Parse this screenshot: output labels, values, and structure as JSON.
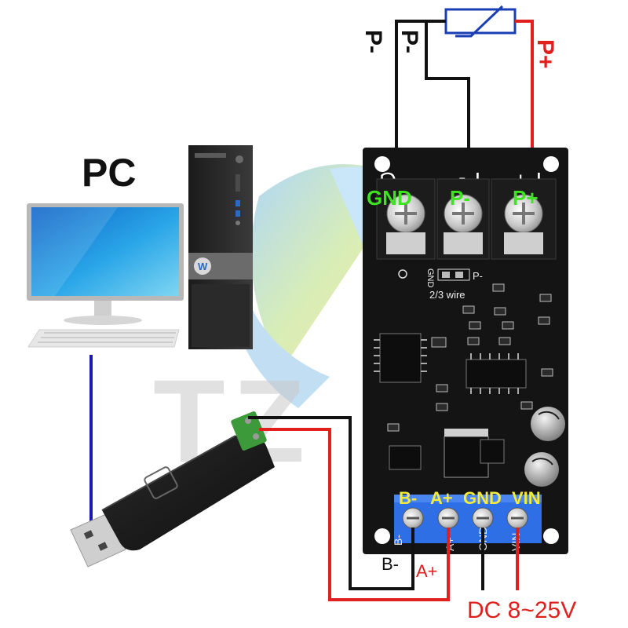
{
  "pc_label": "PC",
  "watermark": "TZ",
  "probe": {
    "pminus_left": "P-",
    "pminus_right": "P-",
    "pplus": "P+"
  },
  "board_top": {
    "silk_gnd_symbol": "G",
    "silk_pminus": "P-",
    "silk_pplus": "P+",
    "term_gnd": "GND",
    "term_pminus": "P-",
    "term_pplus": "P+",
    "jumper_gnd": "GND",
    "jumper_pminus": "P-",
    "jumper_caption": "2/3 wire"
  },
  "board_bottom": {
    "term_b": "B-",
    "term_a": "A+",
    "term_gnd": "GND",
    "term_vin": "VIN",
    "silk_b": "B-",
    "silk_a": "A+",
    "silk_gnd": "GND",
    "silk_vin": "VIN"
  },
  "wire_labels": {
    "b": "B-",
    "a": "A+"
  },
  "power": "DC 8~25V",
  "colors": {
    "red_wire": "#e0201c",
    "blue_wire": "#1a1ab0",
    "terminal_green": "#3ee41f",
    "terminal_yellow": "#f2ea3c",
    "pcb": "#141414",
    "screw_block_blue": "#2f6fe6"
  }
}
